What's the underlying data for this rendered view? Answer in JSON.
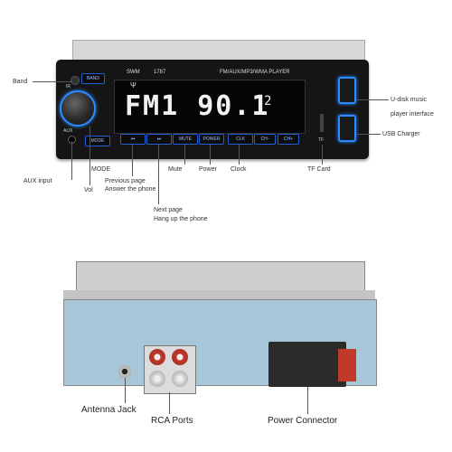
{
  "top_unit": {
    "model": "SWM",
    "model_number": "1787",
    "formats": "FM/AUX/MP3/WMA PLAYER",
    "display_text": "FM1 90.1",
    "display_channel": "2",
    "buttons": {
      "band": "BAND",
      "mode": "MODE",
      "prev": "⏮",
      "next": "⏭",
      "mute": "MUTE",
      "power": "POWER",
      "clk": "CLK",
      "ch_minus": "CH-",
      "ch_plus": "CH+"
    },
    "panel_marks": {
      "ir": "IR",
      "aux": "AUX",
      "tf": "TF"
    },
    "labels": {
      "band": "Band",
      "udisk": "U-disk music",
      "udisk2": "player interface",
      "usb_charger": "USB Charger",
      "aux_input": "AUX input",
      "mode": "MODE",
      "vol": "Vol",
      "prev1": "Previous page",
      "prev2": "Answer the phone",
      "mute": "Mute",
      "power": "Power",
      "clock": "Clock",
      "tf_card": "TF Card",
      "next1": "Next page",
      "next2": "Hang up the phone"
    }
  },
  "bottom_unit": {
    "labels": {
      "antenna": "Antenna Jack",
      "rca": "RCA Ports",
      "power_connector": "Power Connector"
    }
  }
}
